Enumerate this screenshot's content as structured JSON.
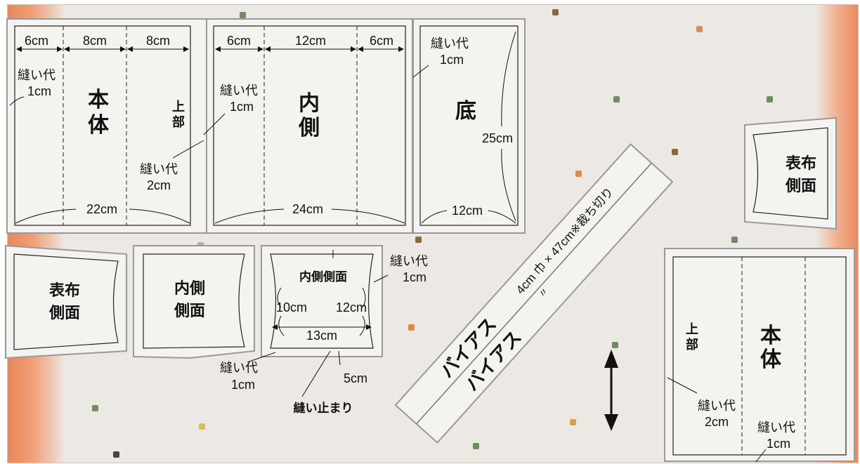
{
  "pieces": {
    "hontai_left": {
      "title_chars": [
        "本",
        "体"
      ],
      "top_chars": [
        "上",
        "部"
      ],
      "dim_a": "6cm",
      "dim_b": "8cm",
      "dim_c": "8cm",
      "seam_label_1": "縫い代",
      "seam_value_1": "1cm",
      "seam_label_2": "縫い代",
      "seam_value_2": "2cm",
      "width": "22cm"
    },
    "uchigawa": {
      "title_chars": [
        "内",
        "側"
      ],
      "dim_a": "6cm",
      "dim_b": "12cm",
      "dim_c": "6cm",
      "seam_label": "縫い代",
      "seam_value": "1cm",
      "width": "24cm"
    },
    "soko": {
      "title": "底",
      "seam_label": "縫い代",
      "seam_value": "1cm",
      "height": "25cm",
      "width": "12cm"
    },
    "omote_sokumen_right": {
      "line1": "表布",
      "line2": "側面"
    },
    "omote_sokumen_left": {
      "line1": "表布",
      "line2": "側面"
    },
    "uchigawa_sokumen": {
      "line1": "内側",
      "line2": "側面"
    },
    "uchigawa_sokumen_detail": {
      "title": "内側側面",
      "left_height": "10cm",
      "right_height": "12cm",
      "width": "13cm",
      "seam_label_1": "縫い代",
      "seam_value_1": "1cm",
      "seam_label_2": "縫い代",
      "seam_value_2": "1cm",
      "stop_offset": "5cm",
      "stop_label": "縫い止まり"
    },
    "bias": {
      "label_1": "バイアス",
      "label_2": "バイアス",
      "note": "4cm 巾 × 47cm※裁ち切り",
      "grain_mark": "〃"
    },
    "hontai_right": {
      "title_chars": [
        "本",
        "体"
      ],
      "top_chars": [
        "上",
        "部"
      ],
      "seam_label_1": "縫い代",
      "seam_value_1": "2cm",
      "seam_label_2": "縫い代",
      "seam_value_2": "1cm"
    }
  },
  "grain_arrow": "grainline",
  "colors": {
    "fabric": "#ece9e4",
    "selvage": "#e9865a",
    "piece_fill": "#f5f3f0",
    "line": "#222222"
  }
}
